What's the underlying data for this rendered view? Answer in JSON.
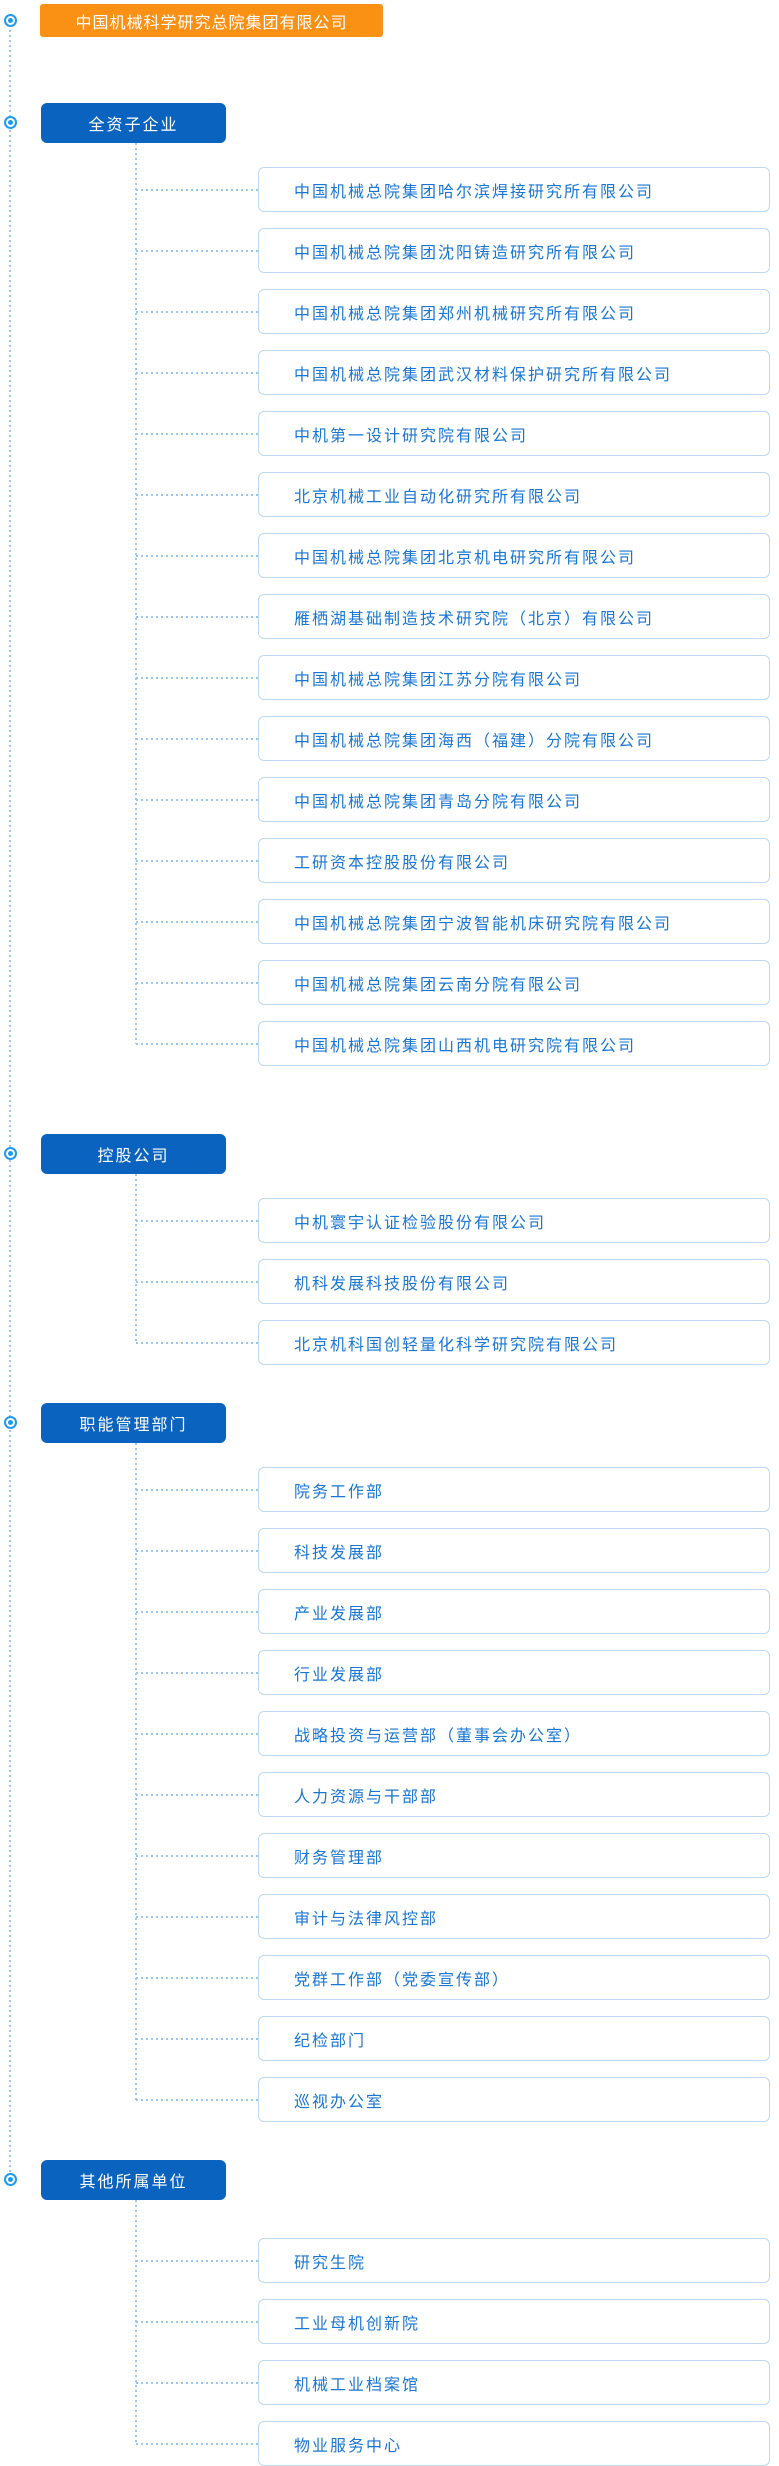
{
  "root": {
    "title": "中国机械科学研究总院集团有限公司"
  },
  "sections": [
    {
      "label": "全资子企业",
      "items": [
        "中国机械总院集团哈尔滨焊接研究所有限公司",
        "中国机械总院集团沈阳铸造研究所有限公司",
        "中国机械总院集团郑州机械研究所有限公司",
        "中国机械总院集团武汉材料保护研究所有限公司",
        "中机第一设计研究院有限公司",
        "北京机械工业自动化研究所有限公司",
        "中国机械总院集团北京机电研究所有限公司",
        "雁栖湖基础制造技术研究院（北京）有限公司",
        "中国机械总院集团江苏分院有限公司",
        "中国机械总院集团海西（福建）分院有限公司",
        "中国机械总院集团青岛分院有限公司",
        "工研资本控股股份有限公司",
        "中国机械总院集团宁波智能机床研究院有限公司",
        "中国机械总院集团云南分院有限公司",
        "中国机械总院集团山西机电研究院有限公司"
      ]
    },
    {
      "label": "控股公司",
      "items": [
        "中机寰宇认证检验股份有限公司",
        "机科发展科技股份有限公司",
        "北京机科国创轻量化科学研究院有限公司"
      ]
    },
    {
      "label": "职能管理部门",
      "items": [
        "院务工作部",
        "科技发展部",
        "产业发展部",
        "行业发展部",
        "战略投资与运营部（董事会办公室）",
        "人力资源与干部部",
        "财务管理部",
        "审计与法律风控部",
        "党群工作部（党委宣传部）",
        "纪检部门",
        "巡视办公室"
      ]
    },
    {
      "label": "其他所属单位",
      "items": [
        "研究生院",
        "工业母机创新院",
        "机械工业档案馆",
        "物业服务中心"
      ]
    }
  ],
  "icons": {
    "node_icon": "bullseye-dot"
  },
  "colors": {
    "root_bg": "#fb9114",
    "section_header_bg": "#0a63be",
    "item_text": "#1976d2",
    "item_border": "#bdd8f2",
    "connector": "#9cc6ee",
    "node_icon": "#1e9bf1",
    "background": "#ffffff"
  }
}
